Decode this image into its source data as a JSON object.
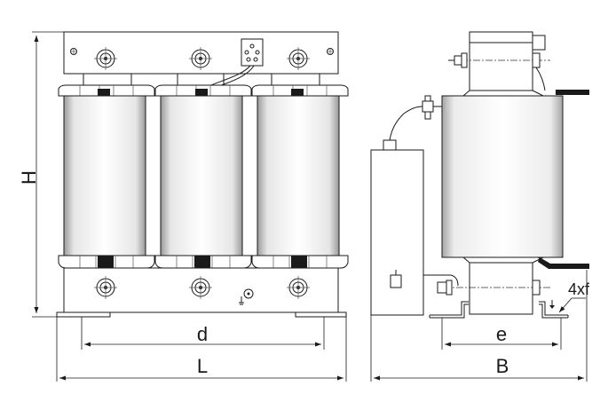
{
  "dimensions": {
    "height": "H",
    "length": "L",
    "mount_spacing_front": "d",
    "depth": "B",
    "mount_spacing_side": "e",
    "mounting_holes": "4xf"
  }
}
